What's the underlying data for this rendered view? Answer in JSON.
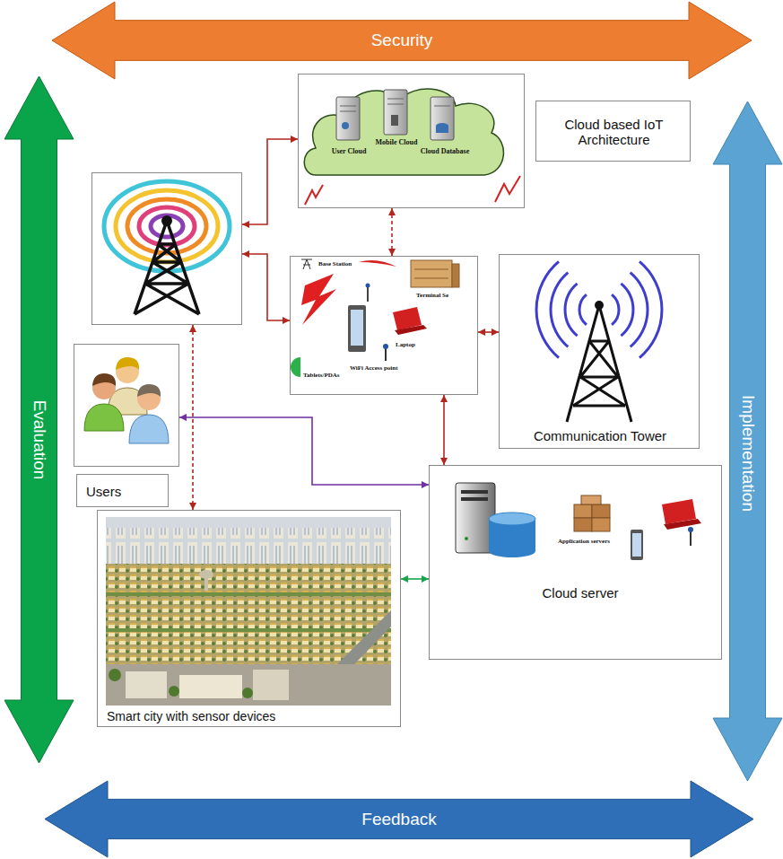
{
  "diagram": {
    "nodes": [
      {
        "text": [
          "Security"
        ]
      },
      {
        "text": [
          "Evaluation"
        ]
      },
      {
        "text": [
          "Implementation"
        ]
      },
      {
        "text": [
          "User Cloud",
          "Mobile Cloud",
          "Cloud Database"
        ]
      },
      {
        "text": [
          "Cloud based IoT Architecture"
        ]
      },
      {
        "text": []
      },
      {
        "text": [
          "Base Station",
          "Terminal Se",
          "Laptop",
          "Tablets/PDAs",
          "WiFi Access point"
        ]
      },
      {
        "text": [
          "Communication Tower"
        ]
      },
      {
        "text": []
      },
      {
        "text": [
          "Users"
        ]
      },
      {
        "text": [
          "Application servers",
          "Cloud server"
        ]
      },
      {
        "text": [
          "Smart city with sensor devices"
        ]
      },
      {
        "text": [
          "Feedback"
        ]
      }
    ],
    "edges": [
      {
        "from": 5,
        "to": 3,
        "arrow": "both"
      },
      {
        "from": 5,
        "to": 6,
        "arrow": "both"
      },
      {
        "from": 3,
        "to": 6,
        "arrow": "both"
      },
      {
        "from": 6,
        "to": 7,
        "arrow": "both"
      },
      {
        "from": 6,
        "to": 10,
        "arrow": "both"
      },
      {
        "from": 5,
        "to": 11,
        "arrow": "both"
      },
      {
        "from": 8,
        "to": 10,
        "arrow": "both"
      },
      {
        "from": 11,
        "to": 10,
        "arrow": "both"
      }
    ]
  }
}
